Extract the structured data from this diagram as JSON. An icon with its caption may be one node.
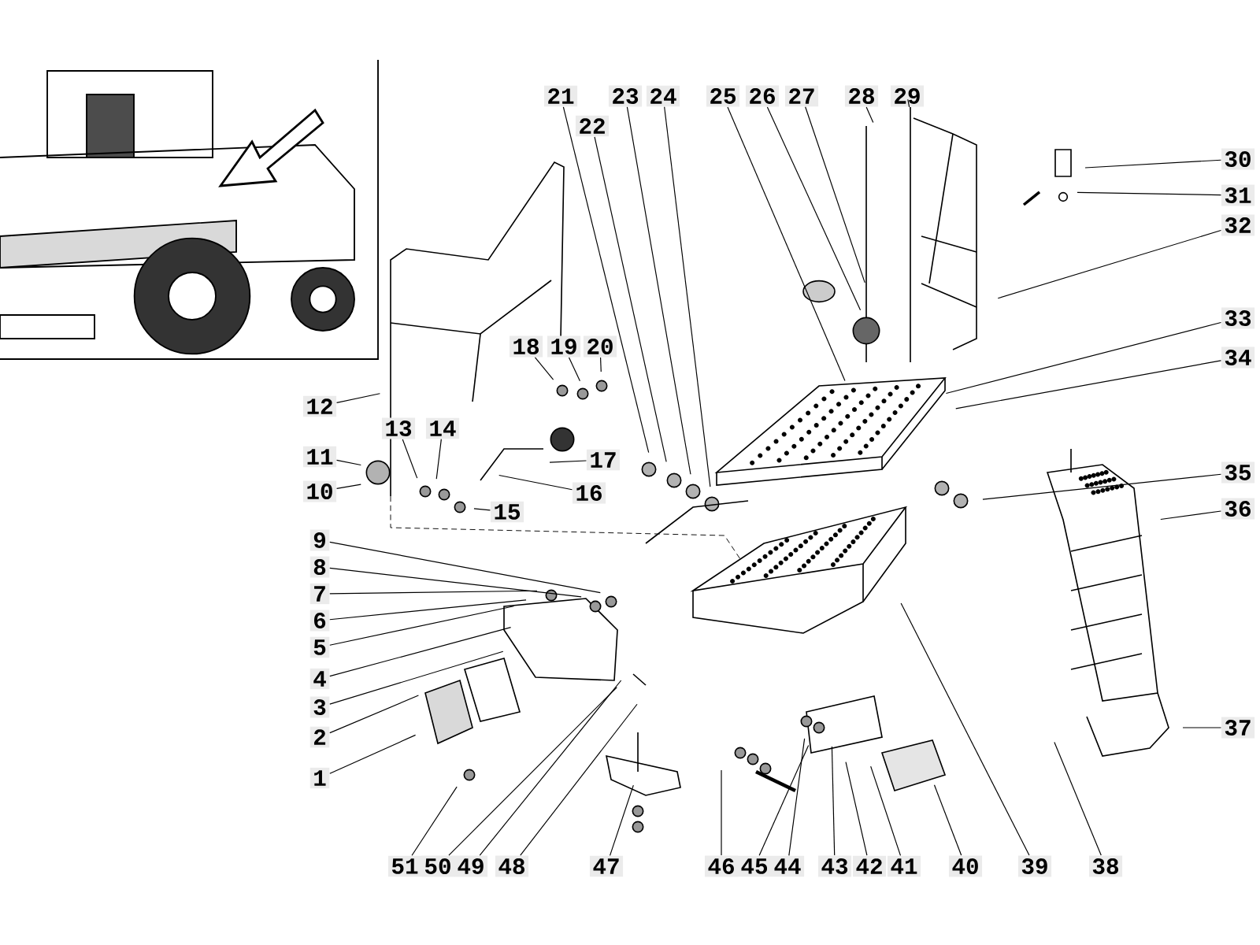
{
  "diagram": {
    "nodes": [
      {
        "text": [
          "1"
        ]
      },
      {
        "text": [
          "2"
        ]
      },
      {
        "text": [
          "3"
        ]
      },
      {
        "text": [
          "4"
        ]
      },
      {
        "text": [
          "5"
        ]
      },
      {
        "text": [
          "6"
        ]
      },
      {
        "text": [
          "7"
        ]
      },
      {
        "text": [
          "8"
        ]
      },
      {
        "text": [
          "9"
        ]
      },
      {
        "text": [
          "10"
        ]
      },
      {
        "text": [
          "11"
        ]
      },
      {
        "text": [
          "12"
        ]
      },
      {
        "text": [
          "13"
        ]
      },
      {
        "text": [
          "14"
        ]
      },
      {
        "text": [
          "15"
        ]
      },
      {
        "text": [
          "16"
        ]
      },
      {
        "text": [
          "17"
        ]
      },
      {
        "text": [
          "18"
        ]
      },
      {
        "text": [
          "19"
        ]
      },
      {
        "text": [
          "20"
        ]
      },
      {
        "text": [
          "21"
        ]
      },
      {
        "text": [
          "22"
        ]
      },
      {
        "text": [
          "23"
        ]
      },
      {
        "text": [
          "24"
        ]
      },
      {
        "text": [
          "25"
        ]
      },
      {
        "text": [
          "26"
        ]
      },
      {
        "text": [
          "27"
        ]
      },
      {
        "text": [
          "28"
        ]
      },
      {
        "text": [
          "29"
        ]
      },
      {
        "text": [
          "30"
        ]
      },
      {
        "text": [
          "31"
        ]
      },
      {
        "text": [
          "32"
        ]
      },
      {
        "text": [
          "33"
        ]
      },
      {
        "text": [
          "34"
        ]
      },
      {
        "text": [
          "35"
        ]
      },
      {
        "text": [
          "36"
        ]
      },
      {
        "text": [
          "37"
        ]
      },
      {
        "text": [
          "38"
        ]
      },
      {
        "text": [
          "39"
        ]
      },
      {
        "text": [
          "40"
        ]
      },
      {
        "text": [
          "41"
        ]
      },
      {
        "text": [
          "42"
        ]
      },
      {
        "text": [
          "43"
        ]
      },
      {
        "text": [
          "44"
        ]
      },
      {
        "text": [
          "45"
        ]
      },
      {
        "text": [
          "46"
        ]
      },
      {
        "text": [
          "47"
        ]
      },
      {
        "text": [
          "48"
        ]
      },
      {
        "text": [
          "49"
        ]
      },
      {
        "text": [
          "50"
        ]
      },
      {
        "text": [
          "51"
        ]
      }
    ],
    "edges": [
      {
        "from": 0,
        "to": null,
        "arrow": "none"
      },
      {
        "from": 1,
        "to": null,
        "arrow": "none"
      },
      {
        "from": 2,
        "to": null,
        "arrow": "none"
      },
      {
        "from": 3,
        "to": null,
        "arrow": "none"
      },
      {
        "from": 4,
        "to": null,
        "arrow": "none"
      },
      {
        "from": 5,
        "to": null,
        "arrow": "none"
      },
      {
        "from": 6,
        "to": null,
        "arrow": "none"
      },
      {
        "from": 7,
        "to": null,
        "arrow": "none"
      },
      {
        "from": 8,
        "to": null,
        "arrow": "none"
      },
      {
        "from": 9,
        "to": null,
        "arrow": "none"
      },
      {
        "from": 10,
        "to": null,
        "arrow": "none"
      },
      {
        "from": 11,
        "to": null,
        "arrow": "none"
      },
      {
        "from": 12,
        "to": null,
        "arrow": "none"
      },
      {
        "from": 13,
        "to": null,
        "arrow": "none"
      },
      {
        "from": 14,
        "to": null,
        "arrow": "none"
      },
      {
        "from": 15,
        "to": null,
        "arrow": "none"
      },
      {
        "from": 16,
        "to": null,
        "arrow": "none"
      },
      {
        "from": 17,
        "to": null,
        "arrow": "none"
      },
      {
        "from": 18,
        "to": null,
        "arrow": "none"
      },
      {
        "from": 19,
        "to": null,
        "arrow": "none"
      },
      {
        "from": 20,
        "to": null,
        "arrow": "none"
      },
      {
        "from": 21,
        "to": null,
        "arrow": "none"
      },
      {
        "from": 22,
        "to": null,
        "arrow": "none"
      },
      {
        "from": 23,
        "to": null,
        "arrow": "none"
      },
      {
        "from": 24,
        "to": null,
        "arrow": "none"
      },
      {
        "from": 25,
        "to": null,
        "arrow": "none"
      },
      {
        "from": 26,
        "to": null,
        "arrow": "none"
      },
      {
        "from": 27,
        "to": null,
        "arrow": "none"
      },
      {
        "from": 28,
        "to": null,
        "arrow": "none"
      },
      {
        "from": 29,
        "to": null,
        "arrow": "none"
      },
      {
        "from": 30,
        "to": null,
        "arrow": "none"
      },
      {
        "from": 31,
        "to": null,
        "arrow": "none"
      },
      {
        "from": 32,
        "to": null,
        "arrow": "none"
      },
      {
        "from": 33,
        "to": null,
        "arrow": "none"
      },
      {
        "from": 34,
        "to": null,
        "arrow": "none"
      },
      {
        "from": 35,
        "to": null,
        "arrow": "none"
      },
      {
        "from": 36,
        "to": null,
        "arrow": "none"
      },
      {
        "from": 37,
        "to": null,
        "arrow": "none"
      },
      {
        "from": 38,
        "to": null,
        "arrow": "none"
      },
      {
        "from": 39,
        "to": null,
        "arrow": "none"
      },
      {
        "from": 40,
        "to": null,
        "arrow": "none"
      },
      {
        "from": 41,
        "to": null,
        "arrow": "none"
      },
      {
        "from": 42,
        "to": null,
        "arrow": "none"
      },
      {
        "from": 43,
        "to": null,
        "arrow": "none"
      },
      {
        "from": 44,
        "to": null,
        "arrow": "none"
      },
      {
        "from": 45,
        "to": null,
        "arrow": "none"
      },
      {
        "from": 46,
        "to": null,
        "arrow": "none"
      },
      {
        "from": 47,
        "to": null,
        "arrow": "none"
      },
      {
        "from": 48,
        "to": null,
        "arrow": "none"
      },
      {
        "from": 49,
        "to": null,
        "arrow": "none"
      },
      {
        "from": 50,
        "to": null,
        "arrow": "none"
      }
    ]
  }
}
